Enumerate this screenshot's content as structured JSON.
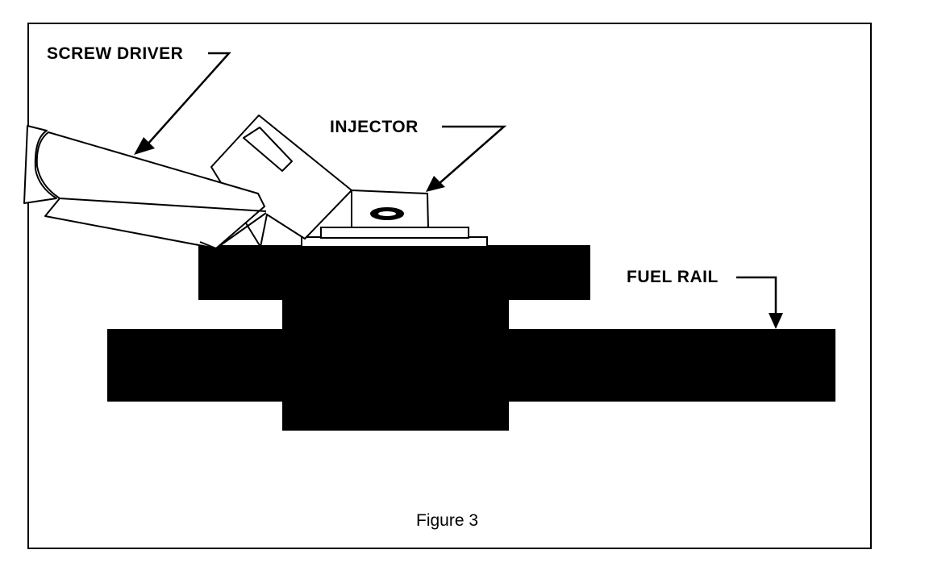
{
  "labels": {
    "screwdriver": "SCREW DRIVER",
    "injector": "INJECTOR",
    "fuel_rail": "FUEL RAIL"
  },
  "caption": "Figure  3",
  "colors": {
    "ink": "#000000",
    "paper": "#ffffff"
  }
}
